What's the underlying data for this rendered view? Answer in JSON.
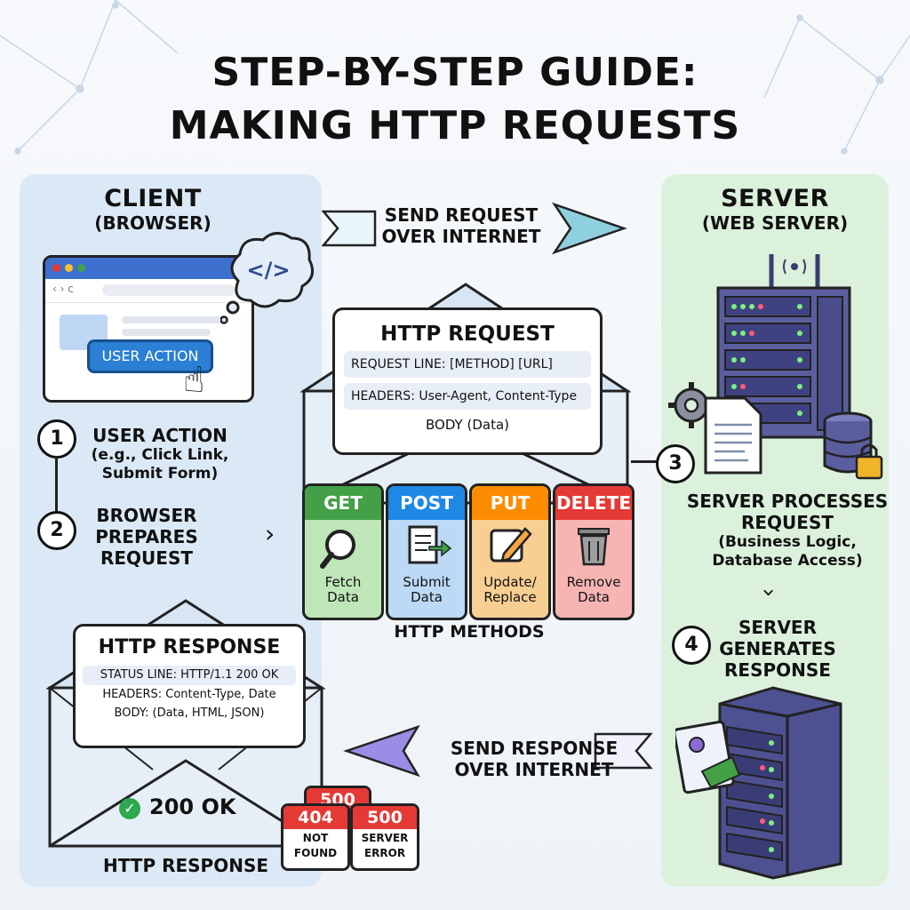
{
  "title": {
    "line1": "STEP-BY-STEP GUIDE:",
    "line2": "MAKING HTTP REQUESTS"
  },
  "client": {
    "title": "CLIENT",
    "subtitle": "(BROWSER)",
    "user_action_button": "USER ACTION",
    "code_bubble": "</>"
  },
  "steps": {
    "s1": {
      "num": "1",
      "title": "USER ACTION",
      "detail_l1": "(e.g., Click Link,",
      "detail_l2": "Submit Form)"
    },
    "s2": {
      "num": "2",
      "l1": "BROWSER",
      "l2": "PREPARES",
      "l3": "REQUEST"
    },
    "s3": {
      "num": "3",
      "l1": "SERVER PROCESSES",
      "l2": "REQUEST",
      "d1": "(Business Logic,",
      "d2": "Database Access)"
    },
    "s4": {
      "num": "4",
      "l1": "SERVER",
      "l2": "GENERATES",
      "l3": "RESPONSE"
    }
  },
  "send_request": {
    "l1": "SEND REQUEST",
    "l2": "OVER INTERNET"
  },
  "send_response": {
    "l1": "SEND RESPONSE",
    "l2": "OVER INTERNET"
  },
  "http_request": {
    "title": "HTTP REQUEST",
    "request_line": "REQUEST LINE: [METHOD] [URL]",
    "headers": "HEADERS: User-Agent, Content-Type",
    "body": "BODY (Data)"
  },
  "methods": {
    "caption": "HTTP METHODS",
    "items": [
      {
        "name": "GET",
        "l1": "Fetch",
        "l2": "Data",
        "color": "#43a047",
        "bg": "#bfe6b8",
        "icon": "magnifier-icon"
      },
      {
        "name": "POST",
        "l1": "Submit",
        "l2": "Data",
        "color": "#1e88e5",
        "bg": "#bcd9f5",
        "icon": "document-arrow-icon"
      },
      {
        "name": "PUT",
        "l1": "Update/",
        "l2": "Replace",
        "color": "#fb8c00",
        "bg": "#f8cf92",
        "icon": "edit-icon"
      },
      {
        "name": "DELETE",
        "l1": "Remove",
        "l2": "Data",
        "color": "#e53935",
        "bg": "#f6b5b3",
        "icon": "trash-icon"
      }
    ]
  },
  "server": {
    "title": "SERVER",
    "subtitle": "(WEB SERVER)"
  },
  "http_response": {
    "title": "HTTP RESPONSE",
    "status_line": "STATUS LINE: HTTP/1.1 200 OK",
    "headers": "HEADERS: Content-Type, Date",
    "body": "BODY: (Data, HTML, JSON)",
    "ok": "200 OK",
    "caption": "HTTP RESPONSE"
  },
  "error_badges": {
    "back": {
      "code": "500"
    },
    "not_found": {
      "code": "404",
      "l1": "NOT",
      "l2": "FOUND"
    },
    "server_error": {
      "code": "500",
      "l1": "SERVER",
      "l2": "ERROR"
    }
  },
  "colors": {
    "client_panel": "#dbe9f7",
    "server_panel": "#dbf1dc",
    "request_arrow": "#8fd0df",
    "response_arrow": "#9b8de6",
    "button_blue": "#2b7fd4"
  }
}
